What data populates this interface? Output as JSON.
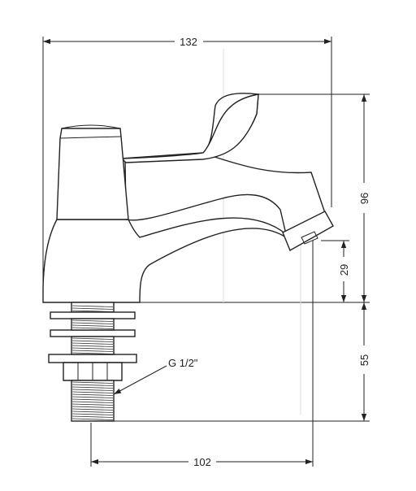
{
  "dimensions": {
    "overall_width": "132",
    "overall_height": "96",
    "spout_height": "29",
    "shank_length": "55",
    "spout_reach": "102"
  },
  "callouts": {
    "thread_size": "G 1/2\""
  }
}
